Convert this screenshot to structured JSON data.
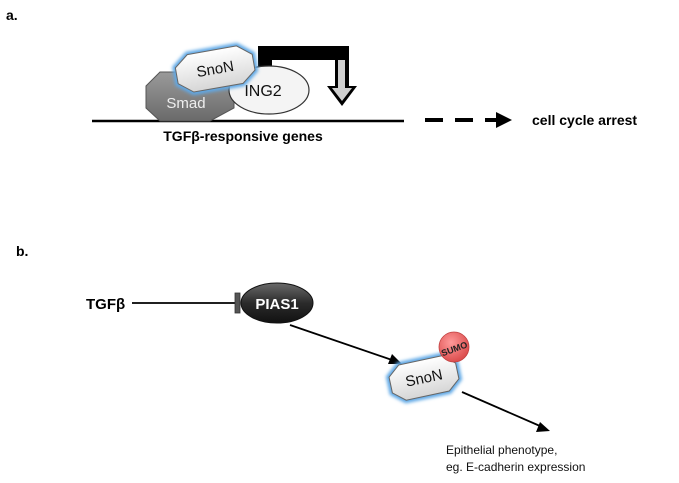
{
  "panel_a": {
    "label": "a.",
    "proteins": {
      "snon": "SnoN",
      "smad": "Smad",
      "ing2": "ING2"
    },
    "genes_label": "TGFβ-responsive genes",
    "outcome": "cell cycle arrest"
  },
  "panel_b": {
    "label": "b.",
    "tgfb": "TGFβ",
    "pias1": "PIAS1",
    "sumo": "SUMO",
    "snon": "SnoN",
    "outcome_line1": "Epithelial phenotype,",
    "outcome_line2": "eg. E-cadherin expression"
  },
  "colors": {
    "smad": "#7a7a7a",
    "snon_fill": "#f2f2f2",
    "glow": "#5ea8e6",
    "pias1": "#333333",
    "sumo": "#e45c5c",
    "ing2": "#f4f4f4"
  }
}
